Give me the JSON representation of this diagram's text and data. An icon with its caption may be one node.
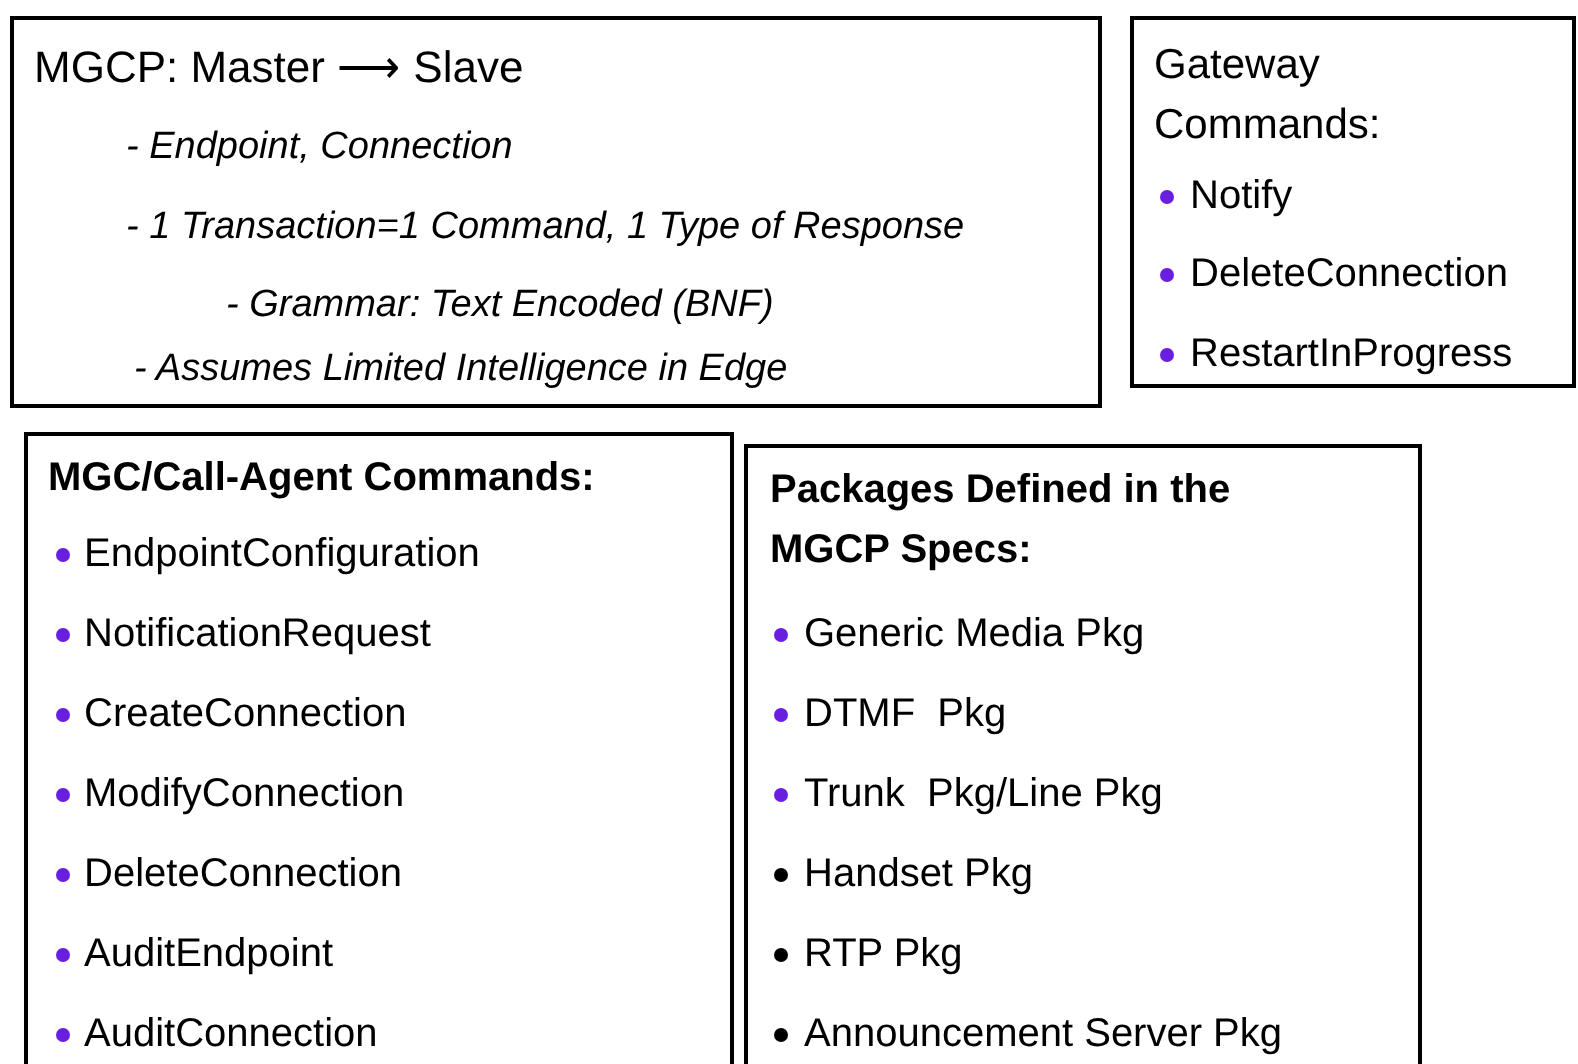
{
  "diagram": {
    "nodes": [
      {
        "text": [
          "MGCP: Master ⟶ Slave",
          "- Endpoint, Connection",
          "- 1 Transaction=1 Command, 1 Type of Response",
          "- Grammar: Text Encoded (BNF)",
          "- Assumes Limited Intelligence in Edge"
        ]
      },
      {
        "text": [
          "Gateway Commands:",
          "Notify",
          "DeleteConnection",
          "RestartInProgress"
        ]
      },
      {
        "text": [
          "MGC/Call-Agent Commands:",
          "EndpointConfiguration",
          "NotificationRequest",
          "CreateConnection",
          "ModifyConnection",
          "DeleteConnection",
          "AuditEndpoint",
          "AuditConnection"
        ]
      },
      {
        "text": [
          "Packages Defined in the MGCP Specs:",
          "Generic Media Pkg",
          "DTMF  Pkg",
          "Trunk  Pkg/Line Pkg",
          "Handset Pkg",
          "RTP Pkg",
          "Announcement Server Pkg"
        ]
      }
    ]
  }
}
